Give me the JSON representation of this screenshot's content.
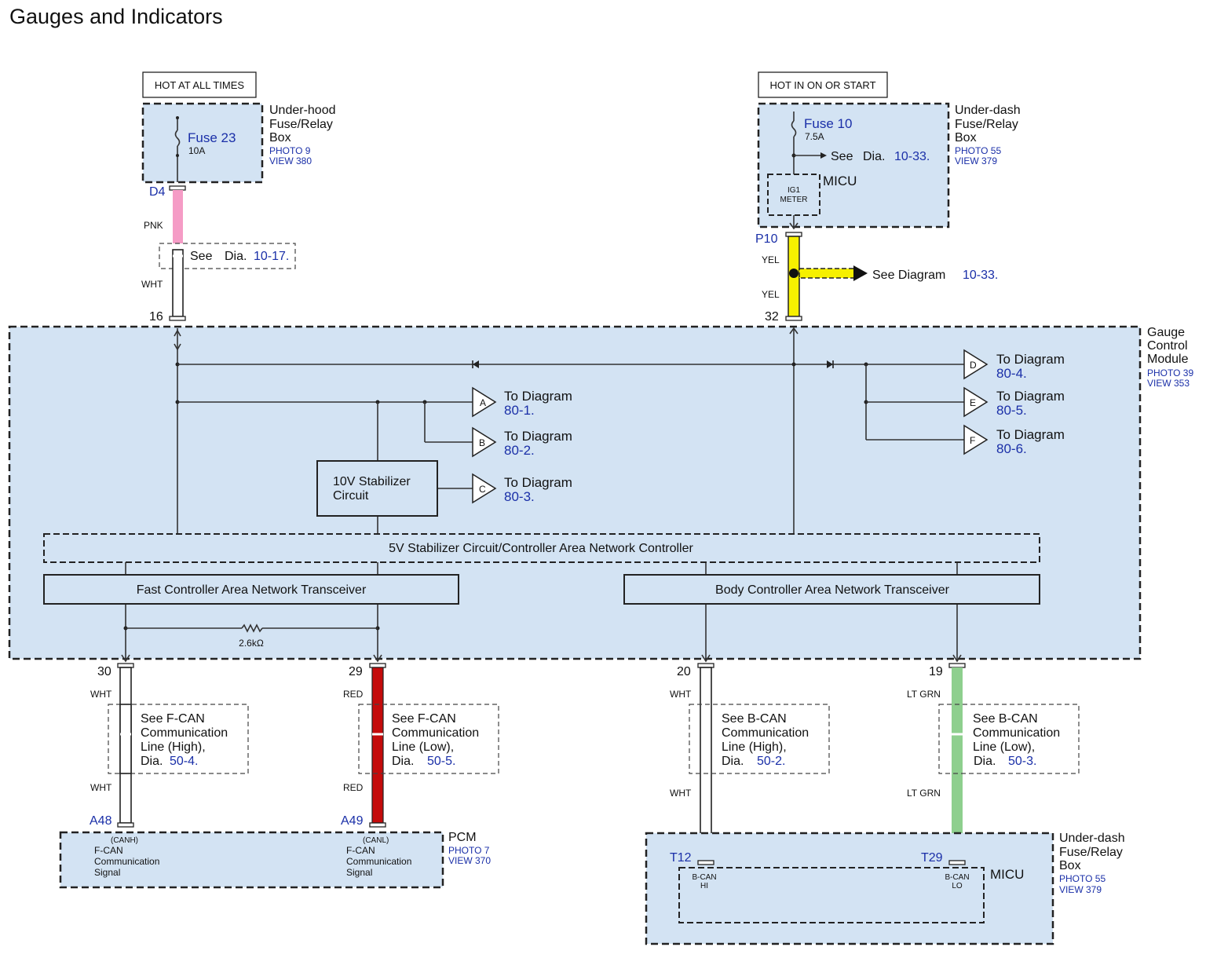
{
  "title": "Gauges and Indicators",
  "sources": {
    "left_tag": "HOT AT ALL TIMES",
    "right_tag": "HOT IN ON OR START",
    "underhood_box": {
      "line1": "Under-hood",
      "line2": "Fuse/Relay",
      "line3": "Box",
      "photo": "PHOTO 9",
      "view": "VIEW 380"
    },
    "fuse23": {
      "name": "Fuse 23",
      "rating": "10A"
    },
    "underdash_box_top": {
      "line1": "Under-dash",
      "line2": "Fuse/Relay",
      "line3": "Box",
      "photo": "PHOTO 55",
      "view": "VIEW 379"
    },
    "fuse10": {
      "name": "Fuse 10",
      "rating": "7.5A"
    },
    "see_dia_top": {
      "prefix": "See",
      "dia": "Dia.",
      "num": "10-33."
    },
    "micu_top": {
      "label": "MICU",
      "inner1": "IG1",
      "inner2": "METER"
    }
  },
  "wires_top": {
    "d4": {
      "conn": "D4",
      "color_upper": "PNK",
      "color_lower": "WHT",
      "pin": "16"
    },
    "see_1017": {
      "prefix": "See",
      "dia": "Dia.",
      "num": "10-17."
    },
    "p10": {
      "conn": "P10",
      "color_upper": "YEL",
      "color_lower": "YEL",
      "pin": "32"
    },
    "see_diagram_1033": {
      "prefix": "See Diagram",
      "num": "10-33."
    }
  },
  "gcm": {
    "line1": "Gauge",
    "line2": "Control",
    "line3": "Module",
    "photo": "PHOTO 39",
    "view": "VIEW 353",
    "stab10": {
      "line1": "10V Stabilizer",
      "line2": "Circuit"
    },
    "stab5": "5V Stabilizer Circuit/Controller Area Network Controller",
    "fcan": "Fast Controller Area Network Transceiver",
    "bcan": "Body Controller Area Network Transceiver",
    "resistor": "2.6kΩ",
    "outputs": [
      {
        "letter": "A",
        "to": "To Diagram",
        "num": "80-1."
      },
      {
        "letter": "B",
        "to": "To Diagram",
        "num": "80-2."
      },
      {
        "letter": "C",
        "to": "To Diagram",
        "num": "80-3."
      },
      {
        "letter": "D",
        "to": "To Diagram",
        "num": "80-4."
      },
      {
        "letter": "E",
        "to": "To Diagram",
        "num": "80-5."
      },
      {
        "letter": "F",
        "to": "To Diagram",
        "num": "80-6."
      }
    ]
  },
  "wires_bottom": [
    {
      "pin": "30",
      "color_upper": "WHT",
      "color_lower": "WHT",
      "conn": "A48",
      "note1": "See F-CAN",
      "note2": "Communication",
      "note3": "Line (High),",
      "dia": "Dia.",
      "num": "50-4."
    },
    {
      "pin": "29",
      "color_upper": "RED",
      "color_lower": "RED",
      "conn": "A49",
      "note1": "See F-CAN",
      "note2": "Communication",
      "note3": "Line (Low),",
      "dia": "Dia.",
      "num": "50-5."
    },
    {
      "pin": "20",
      "color_upper": "WHT",
      "color_lower": "WHT",
      "conn": "T12",
      "note1": "See B-CAN",
      "note2": "Communication",
      "note3": "Line (High),",
      "dia": "Dia.",
      "num": "50-2."
    },
    {
      "pin": "19",
      "color_upper": "LT GRN",
      "color_lower": "LT GRN",
      "conn": "T29",
      "note1": "See B-CAN",
      "note2": "Communication",
      "note3": "Line (Low),",
      "dia": "Dia.",
      "num": "50-3."
    }
  ],
  "pcm": {
    "label": "PCM",
    "photo": "PHOTO 7",
    "view": "VIEW 370",
    "canh": {
      "sig": "(CANH)",
      "l1": "F-CAN",
      "l2": "Communication",
      "l3": "Signal"
    },
    "canl": {
      "sig": "(CANL)",
      "l1": "F-CAN",
      "l2": "Communication",
      "l3": "Signal"
    }
  },
  "underdash_bottom": {
    "line1": "Under-dash",
    "line2": "Fuse/Relay",
    "line3": "Box",
    "photo": "PHOTO 55",
    "view": "VIEW 379",
    "micu": "MICU",
    "bcanhi": {
      "l1": "B-CAN",
      "l2": "HI"
    },
    "bcanlo": {
      "l1": "B-CAN",
      "l2": "LO"
    }
  },
  "colors": {
    "pink": "#f59cc6",
    "yellow": "#f6f000",
    "red": "#c40b0b",
    "ltgreen": "#8ecf8e",
    "module": "#d3e3f3",
    "ref_blue": "#1a2fa8"
  }
}
